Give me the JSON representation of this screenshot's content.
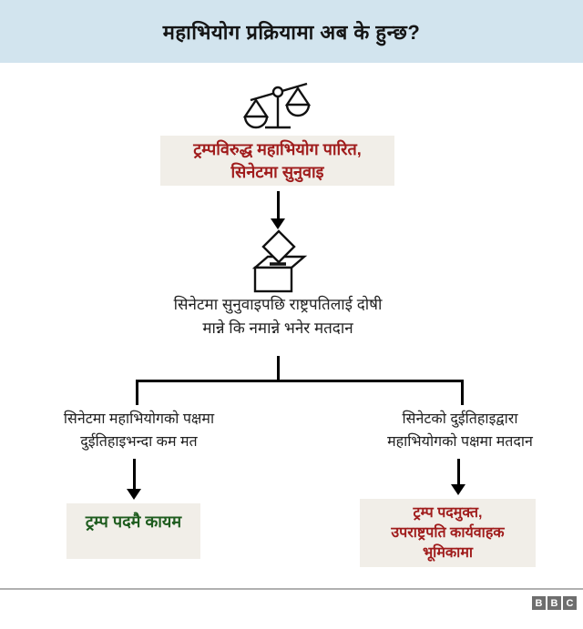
{
  "title": "महाभियोग प्रक्रियामा अब के हुन्छ?",
  "flowchart": {
    "passed_box": {
      "line1": "ट्रम्पविरुद्ध महाभियोग पारित,",
      "line2": "सिनेटमा सुनुवाइ"
    },
    "vote_caption": {
      "line1": "सिनेटमा सुनुवाइपछि राष्ट्रपतिलाई दोषी",
      "line2": "मान्ने कि नमान्ने भनेर मतदान"
    },
    "left_branch": {
      "label_line1": "सिनेटमा महाभियोगको पक्षमा",
      "label_line2": "दुईतिहाइभन्दा कम मत",
      "result": "ट्रम्प पदमै कायम"
    },
    "right_branch": {
      "label_line1": "सिनेटको दुईतिहाइद्वारा",
      "label_line2": "महाभियोगको पक्षमा मतदान",
      "result_line1": "ट्रम्प पदमुक्त,",
      "result_line2": "उपराष्ट्रपति कार्यवाहक",
      "result_line3": "भूमिकामा"
    }
  },
  "icons": {
    "scales": "scales-of-justice",
    "ballot_box": "ballot-box"
  },
  "branding": {
    "logo_blocks": [
      "B",
      "B",
      "C"
    ]
  },
  "colors": {
    "banner_bg": "#d2e4ee",
    "box_bg": "#f1eee8",
    "negative_text": "#a01c1c",
    "positive_text": "#1e5c1e",
    "body_text": "#1f1f1f",
    "line_black": "#000000",
    "divider": "#b0b0b0",
    "logo_bg": "#6e6e6e"
  }
}
